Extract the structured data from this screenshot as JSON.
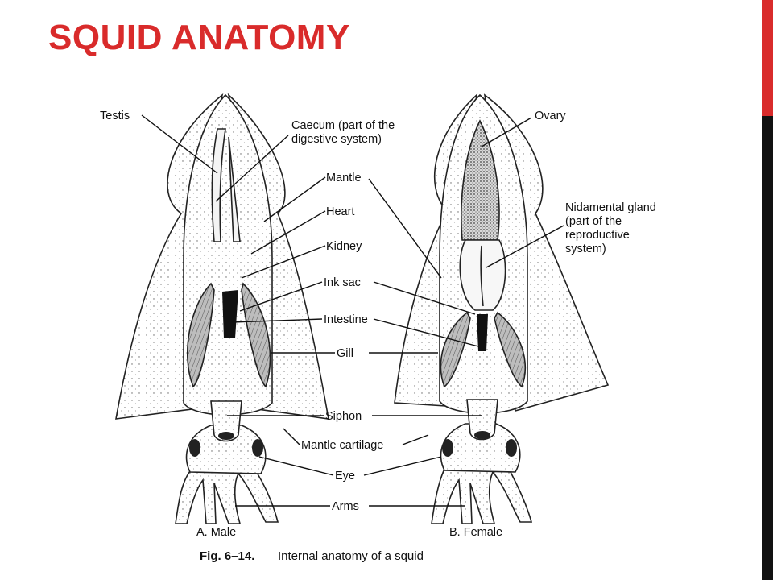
{
  "title": "SQUID ANATOMY",
  "colors": {
    "title": "#d92b2b",
    "accent": "#d92b2b",
    "sidebar": "#111111",
    "stipple": "#555555"
  },
  "labels": {
    "testis": "Testis",
    "caecum_1": "Caecum (part of the",
    "caecum_2": "digestive system)",
    "mantle": "Mantle",
    "heart": "Heart",
    "kidney": "Kidney",
    "ink_sac": "Ink sac",
    "intestine": "Intestine",
    "gill": "Gill",
    "siphon": "Siphon",
    "mantle_cartilage": "Mantle cartilage",
    "eye": "Eye",
    "arms": "Arms",
    "ovary": "Ovary",
    "nid_1": "Nidamental gland",
    "nid_2": "(part of the",
    "nid_3": "reproductive",
    "nid_4": "system)"
  },
  "panels": {
    "male": "A. Male",
    "female": "B. Female"
  },
  "caption": {
    "fig": "Fig. 6–14.",
    "text": "Internal anatomy of a squid"
  }
}
